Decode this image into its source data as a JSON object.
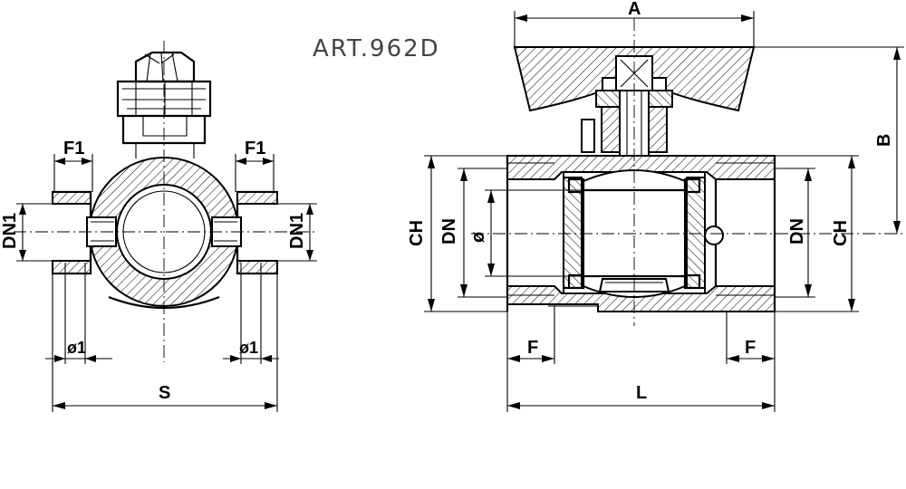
{
  "title": "ART.962D",
  "front_view": {
    "dimensions": {
      "f1_left": "F1",
      "f1_right": "F1",
      "dn1_left": "DN1",
      "dn1_right": "DN1",
      "phi1_left": "ø1",
      "phi1_right": "ø1",
      "s": "S"
    }
  },
  "section_view": {
    "dimensions": {
      "a": "A",
      "b": "B",
      "ch_left": "CH",
      "ch_right": "CH",
      "dn_left": "DN",
      "dn_right": "DN",
      "phi": "ø",
      "f_left": "F",
      "f_right": "F",
      "l": "L"
    }
  },
  "colors": {
    "line": "#000000",
    "title": "#444444",
    "background": "#ffffff"
  }
}
